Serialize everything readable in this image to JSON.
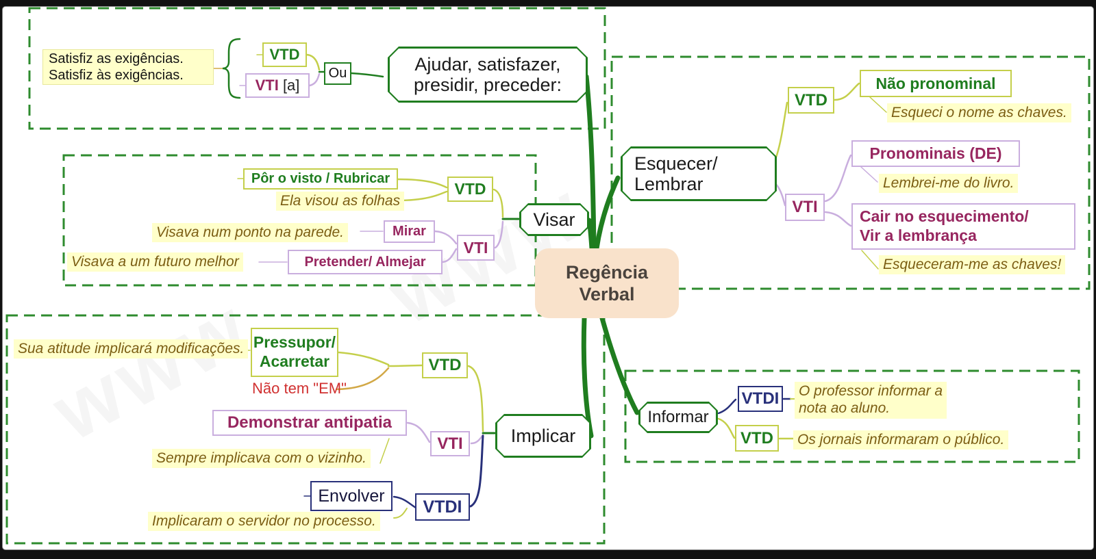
{
  "watermark": {
    "text": "www"
  },
  "center": {
    "line1": "Regência",
    "line2": "Verbal"
  },
  "colors": {
    "dark_green": "#1f7d1f",
    "yellow_green": "#c4cf4a",
    "magenta": "#97265f",
    "lavender": "#c9aede",
    "navy": "#28307a",
    "red": "#d03030",
    "highlight_bg": "#ffffca",
    "example_text": "#7b5d13",
    "center_bg": "#f9e2cb",
    "dashed_border": "#2e8b2e"
  },
  "ajudar": {
    "example_line1": "Satisfiz as exigências.",
    "example_line2": "Satisfiz às exigências.",
    "vtd": "VTD",
    "vti": "VTI",
    "vti_note": "[a]",
    "ou": "Ou",
    "node_line1": "Ajudar, satisfazer,",
    "node_line2": "presidir, preceder:"
  },
  "visar": {
    "node": "Visar",
    "vtd": "VTD",
    "vtd_label": "Pôr o visto / Rubricar",
    "vtd_example": "Ela visou as folhas",
    "vti": "VTI",
    "mirar": "Mirar",
    "mirar_example": "Visava num ponto na parede.",
    "pretender": "Pretender/ Almejar",
    "pretender_example": "Visava a um futuro melhor"
  },
  "esquecer": {
    "node_line1": "Esquecer/",
    "node_line2": "Lembrar",
    "vtd": "VTD",
    "vtd_label": "Não pronominal",
    "vtd_example": "Esqueci o nome as chaves.",
    "vti": "VTI",
    "pronominais": "Pronominais (DE)",
    "pronominais_example": "Lembrei-me do livro.",
    "cair_line1": "Cair no esquecimento/",
    "cair_line2": "Vir a lembrança",
    "cair_example": "Esqueceram-me as chaves!"
  },
  "implicar": {
    "node": "Implicar",
    "vtd": "VTD",
    "pressupor_line1": "Pressupor/",
    "pressupor_line2": "Acarretar",
    "pressupor_note": "Não tem \"EM\"",
    "pressupor_example": "Sua atitude implicará modificações.",
    "vti": "VTI",
    "vti_label": "Demonstrar antipatia",
    "vti_example": "Sempre implicava com o vizinho.",
    "vtdi": "VTDI",
    "vtdi_label": "Envolver",
    "vtdi_example": "Implicaram o servidor no processo."
  },
  "informar": {
    "node": "Informar",
    "vtdi": "VTDI",
    "vtdi_example_line1": "O professor informar a",
    "vtdi_example_line2": "nota ao aluno.",
    "vtd": "VTD",
    "vtd_example": "Os jornais informaram o público."
  }
}
